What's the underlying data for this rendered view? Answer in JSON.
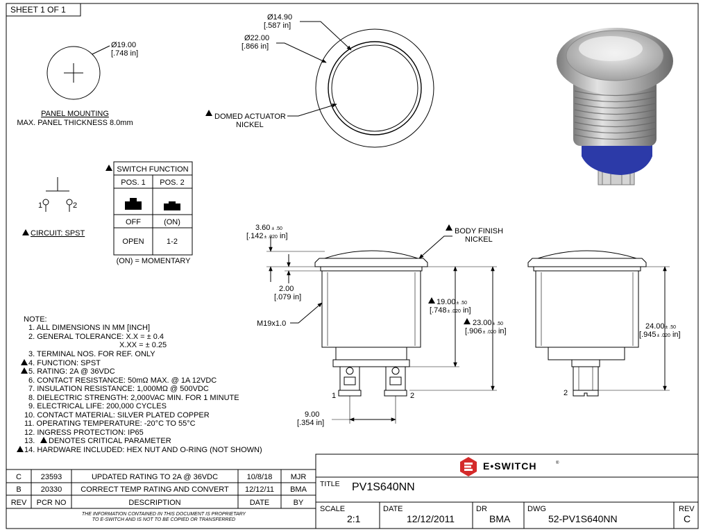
{
  "sheet": "SHEET 1 OF 1",
  "panel": {
    "dia_mm": "Ø19.00",
    "dia_in": "[.748 in]",
    "title": "PANEL MOUNTING",
    "thickness": "MAX. PANEL THICKNESS 8.0mm"
  },
  "top_view": {
    "dim1_mm": "Ø14.90",
    "dim1_in": "[.587 in]",
    "dim2_mm": "Ø22.00",
    "dim2_in": "[.866 in]",
    "actuator_line1": "DOMED ACTUATOR",
    "actuator_line2": "NICKEL"
  },
  "switch_function": {
    "title": "SWITCH FUNCTION",
    "pos1": "POS. 1",
    "pos2": "POS. 2",
    "state1": "OFF",
    "state2": "(ON)",
    "contact1": "OPEN",
    "contact2": "1-2",
    "note": "(ON) = MOMENTARY"
  },
  "circuit": {
    "label": "CIRCUIT: SPST",
    "pin1": "1",
    "pin2": "2"
  },
  "side_view": {
    "body_finish_1": "BODY FINISH",
    "body_finish_2": "NICKEL",
    "d_head_mm": "3.60",
    "d_head_tol": "± .50",
    "d_head_in": "[.142",
    "d_head_in_tol": "± .020",
    "d_head_in_end": " in]",
    "d_collar_mm": "2.00",
    "d_collar_in": "[.079 in]",
    "thread": "M19x1.0",
    "d_body_mm": "19.00",
    "d_body_tol": "± .50",
    "d_body_in": "[.748",
    "d_body_in_tol": "± .020",
    "d_body_in_end": " in]",
    "d_total_mm": "23.00",
    "d_total_tol": "± .50",
    "d_total_in": "[.906",
    "d_total_in_tol": "± .020",
    "d_total_in_end": " in]",
    "d_pitch_mm": "9.00",
    "d_pitch_in": "[.354 in]",
    "term1": "1",
    "term2": "2"
  },
  "end_view": {
    "d_mm": "24.00",
    "d_tol": "± .50",
    "d_in": "[.945",
    "d_in_tol": "± .020",
    "d_in_end": " in]",
    "term": "2"
  },
  "notes": {
    "header": "NOTE:",
    "items": [
      "1. ALL DIMENSIONS IN MM [INCH]",
      "2. GENERAL TOLERANCE: X.X = ± 0.4",
      "X.XX = ± 0.25",
      "3. TERMINAL NOS. FOR REF. ONLY",
      "4. FUNCTION: SPST",
      "5. RATING: 2A @ 36VDC",
      "6. CONTACT RESISTANCE: 50mΩ MAX. @ 1A 12VDC",
      "7. INSULATION RESISTANCE: 1,000MΩ @ 500VDC",
      "8. DIELECTRIC STRENGTH: 2,000VAC MIN. FOR 1 MINUTE",
      "9. ELECTRICAL LIFE: 200,000 CYCLES",
      "10. CONTACT MATERIAL: SILVER PLATED COPPER",
      "11. OPERATING TEMPERATURE: -20°C TO 55°C",
      "12. INGRESS PROTECTION: IP65",
      "13.",
      "DENOTES CRITICAL PARAMETER",
      "14. HARDWARE INCLUDED: HEX NUT AND O-RING (NOT SHOWN)"
    ]
  },
  "revisions": {
    "headers": [
      "REV",
      "PCR NO",
      "DESCRIPTION",
      "DATE",
      "BY"
    ],
    "rows": [
      [
        "C",
        "23593",
        "UPDATED RATING TO 2A @ 36VDC",
        "10/8/18",
        "MJR"
      ],
      [
        "B",
        "20330",
        "CORRECT TEMP RATING AND CONVERT",
        "12/12/11",
        "BMA"
      ]
    ],
    "proprietary_1": "THE INFORMATION CONTAINED IN THIS DOCUMENT IS PROPRIETARY",
    "proprietary_2": "TO E-SWITCH AND IS NOT TO BE COPIED OR TRANSFERRED"
  },
  "title_block": {
    "logo_text": "E•SWITCH",
    "logo_reg": "®",
    "title_label": "TITLE",
    "title_value": "PV1S640NN",
    "scale_label": "SCALE",
    "scale_value": "2:1",
    "date_label": "DATE",
    "date_value": "12/12/2011",
    "dr_label": "DR",
    "dr_value": "BMA",
    "dwg_label": "DWG",
    "dwg_value": "52-PV1S640NN",
    "rev_label": "REV",
    "rev_value": "C"
  },
  "colors": {
    "logo_red": "#d42a2a",
    "body_metal": "#b8b8b8",
    "base_blue": "#2c3aa8"
  }
}
